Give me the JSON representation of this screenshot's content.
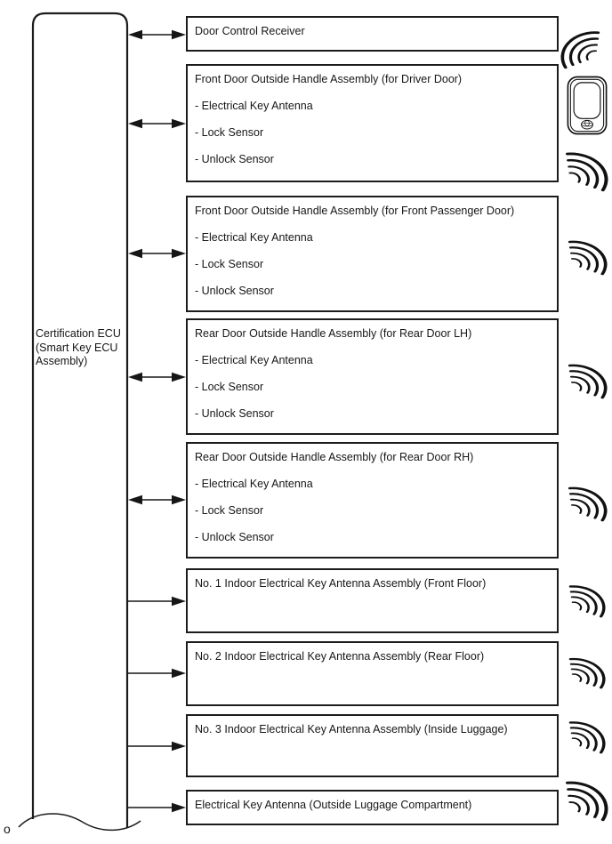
{
  "colors": {
    "line": "#1c1c1c",
    "background": "#ffffff"
  },
  "ecu": {
    "label": "Certification ECU (Smart Key ECU Assembly)",
    "label_lines": [
      "Certification ECU",
      "(Smart Key ECU",
      "Assembly)"
    ]
  },
  "boxes": [
    {
      "title": "Door Control Receiver",
      "items": [],
      "connection": "bidirectional"
    },
    {
      "title": "Front Door Outside Handle Assembly (for Driver Door)",
      "items": [
        "- Electrical Key Antenna",
        "- Lock Sensor",
        "- Unlock Sensor"
      ],
      "connection": "bidirectional"
    },
    {
      "title": "Front Door Outside Handle Assembly (for Front Passenger Door)",
      "items": [
        "- Electrical Key Antenna",
        "- Lock Sensor",
        "- Unlock Sensor"
      ],
      "connection": "bidirectional"
    },
    {
      "title": "Rear Door Outside Handle Assembly (for Rear Door LH)",
      "items": [
        "- Electrical Key Antenna",
        "- Lock Sensor",
        "- Unlock Sensor"
      ],
      "connection": "bidirectional"
    },
    {
      "title": "Rear Door Outside Handle Assembly (for Rear Door RH)",
      "items": [
        "- Electrical Key Antenna",
        "- Lock Sensor",
        "- Unlock Sensor"
      ],
      "connection": "bidirectional"
    },
    {
      "title": "No. 1 Indoor Electrical Key Antenna Assembly (Front Floor)",
      "items": [],
      "connection": "to-box"
    },
    {
      "title": "No. 2 Indoor Electrical Key Antenna Assembly (Rear Floor)",
      "items": [],
      "connection": "to-box"
    },
    {
      "title": "No. 3 Indoor Electrical Key Antenna Assembly (Inside Luggage)",
      "items": [],
      "connection": "to-box"
    },
    {
      "title": "Electrical Key Antenna (Outside Luggage Compartment)",
      "items": [],
      "connection": "to-box"
    }
  ],
  "icons": {
    "key_fob": "smart-key-fob-icon",
    "wave": "radio-wave-icon"
  },
  "page_marker": "o"
}
